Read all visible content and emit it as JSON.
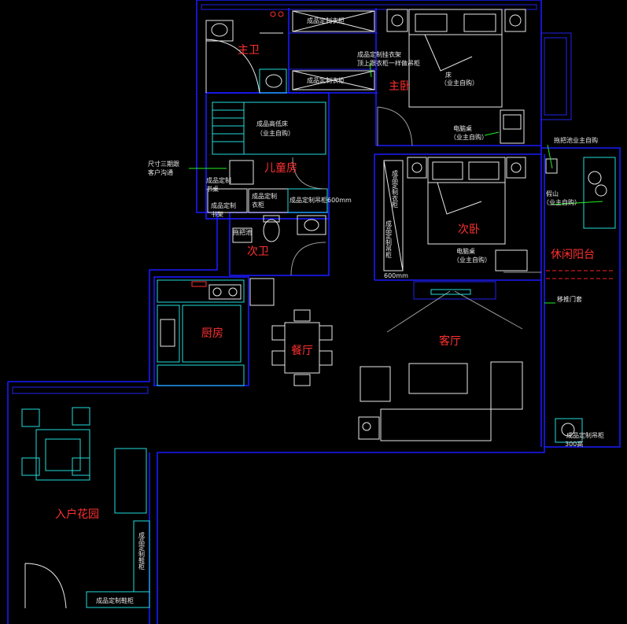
{
  "rooms": {
    "master_bath": "主卫",
    "master_bed": "主卧",
    "kids_room": "儿童房",
    "second_bed": "次卧",
    "second_bath": "次卫",
    "leisure_balcony": "休闲阳台",
    "kitchen": "厨房",
    "dining": "餐厅",
    "living": "客厅",
    "entry_garden": "入户花园"
  },
  "notes": {
    "wardrobe_top": "成品定制衣柜",
    "wardrobe_mid": "成品定制衣柜",
    "hanger_line1": "成品定制挂衣架",
    "hanger_line2": "顶上跟衣柜一样做吊柜",
    "master_bed_label": "床",
    "owner_buy_1": "（业主自购）",
    "desk_1": "电脑桌",
    "owner_buy_2": "（业主自购）",
    "mop_pool_balcony": "拖把池业主自购",
    "kids_bed_line1": "成品高低床",
    "kids_bed_line2": "（业主自购）",
    "size_line1": "尺寸三期跟",
    "size_line2": "客户沟通",
    "desk_custom_line1": "成品定制",
    "desk_custom_line2": "书桌",
    "shelf_custom_line1": "成品定制",
    "shelf_custom_line2": "书架",
    "wardrobe_custom_line1": "成品定制",
    "wardrobe_custom_line2": "衣柜",
    "hanging_600": "成品定制吊柜600mm",
    "rockery": "假山",
    "owner_buy_3": "（业主自购）",
    "desk_2": "电脑桌",
    "owner_buy_4": "（业主自购）",
    "mm600": "600mm",
    "mop_pool": "拖把池",
    "sliding_door": "移推门套",
    "hanging_balcony": "成品定制吊柜",
    "mm300": "300高",
    "shoe_cabinet": "成品定制鞋柜"
  },
  "vertical_notes": {
    "wardrobe_v1": "成品定制衣柜",
    "hanging_v1": "成品定制吊柜",
    "shoe_v1": "成品定制鞋柜"
  }
}
